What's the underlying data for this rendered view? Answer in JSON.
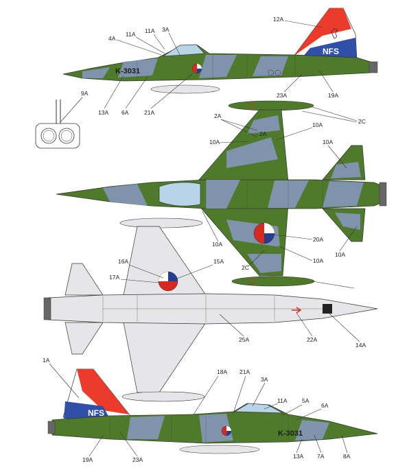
{
  "markings": {
    "registration": "K-3031",
    "tail_text": "NFS"
  },
  "colors": {
    "camo_green": "#4e7a2a",
    "camo_grey": "#7f93ad",
    "underside_grey": "#e6e6e8",
    "tail_red": "#ec3b2a",
    "tail_blue": "#2f4fa8",
    "roundel_red": "#d42a22",
    "roundel_blue": "#253d8c",
    "roundel_white": "#ffffff"
  },
  "callouts": {
    "top_profile": [
      {
        "id": "c-12a",
        "text": "12A"
      },
      {
        "id": "c-4a",
        "text": "4A"
      },
      {
        "id": "c-11a-1",
        "text": "11A"
      },
      {
        "id": "c-11a-2",
        "text": "11A"
      },
      {
        "id": "c-3a",
        "text": "3A"
      },
      {
        "id": "c-23a",
        "text": "23A"
      },
      {
        "id": "c-19a",
        "text": "19A"
      },
      {
        "id": "c-13a",
        "text": "13A"
      },
      {
        "id": "c-6a",
        "text": "6A"
      },
      {
        "id": "c-21a",
        "text": "21A"
      },
      {
        "id": "c-9a",
        "text": "9A"
      }
    ],
    "plan_view": [
      {
        "id": "c-2a-top",
        "text": "2A"
      },
      {
        "id": "c-10a-1",
        "text": "10A"
      },
      {
        "id": "c-2c-top",
        "text": "2C"
      },
      {
        "id": "c-10a-2",
        "text": "10A"
      },
      {
        "id": "c-10a-3",
        "text": "10A"
      },
      {
        "id": "c-10a-4",
        "text": "10A"
      },
      {
        "id": "c-20a",
        "text": "20A"
      },
      {
        "id": "c-10a-5",
        "text": "10A"
      },
      {
        "id": "c-10a-6",
        "text": "10A"
      },
      {
        "id": "c-2a-bottom",
        "text": "2A"
      },
      {
        "id": "c-2c-bottom",
        "text": "2C"
      }
    ],
    "underside_view": [
      {
        "id": "c-16a",
        "text": "16A"
      },
      {
        "id": "c-15a",
        "text": "15A"
      },
      {
        "id": "c-17a",
        "text": "17A"
      },
      {
        "id": "c-25a",
        "text": "25A"
      },
      {
        "id": "c-22a",
        "text": "22A"
      },
      {
        "id": "c-14a",
        "text": "14A"
      }
    ],
    "bottom_profile": [
      {
        "id": "c-1a",
        "text": "1A"
      },
      {
        "id": "c-18a",
        "text": "18A"
      },
      {
        "id": "c-21a-b",
        "text": "21A"
      },
      {
        "id": "c-3a-b",
        "text": "3A"
      },
      {
        "id": "c-11a-b",
        "text": "11A"
      },
      {
        "id": "c-5a",
        "text": "5A"
      },
      {
        "id": "c-6a-b",
        "text": "6A"
      },
      {
        "id": "c-19a-b",
        "text": "19A"
      },
      {
        "id": "c-23a-b",
        "text": "23A"
      },
      {
        "id": "c-13a-b",
        "text": "13A"
      },
      {
        "id": "c-7a",
        "text": "7A"
      },
      {
        "id": "c-8a",
        "text": "8A"
      }
    ]
  }
}
